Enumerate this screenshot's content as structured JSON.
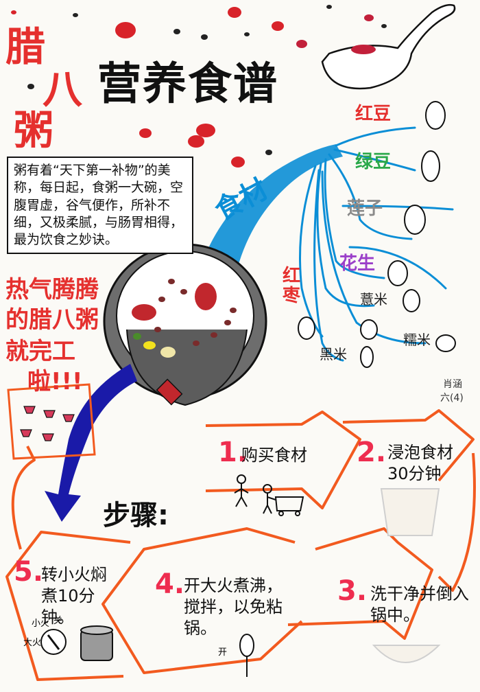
{
  "title": {
    "side_lines": [
      "腊",
      "八",
      "粥"
    ],
    "main": "营养食谱"
  },
  "intro": "粥有着“天下第一补物”的美称，每日起，食粥一大碗，空腹胃虚，谷气便作，所补不细，又极柔腻，与肠胃相得，最为饮食之妙诀。",
  "ingredients": {
    "label": "食材",
    "items": [
      {
        "name": "红豆",
        "color": "#e5302e"
      },
      {
        "name": "绿豆",
        "color": "#2aa84a"
      },
      {
        "name": "莲子",
        "color": "#8a8a8a"
      },
      {
        "name": "花生",
        "color": "#9b3fc9"
      },
      {
        "name": "薏米",
        "color": "#222222"
      },
      {
        "name": "红枣",
        "color": "#e5302e"
      },
      {
        "name": "糯米",
        "color": "#222222"
      },
      {
        "name": "黑米",
        "color": "#222222"
      }
    ]
  },
  "hot_text": [
    "热气腾腾",
    "的腊八粥",
    "就完工",
    "啦!!!"
  ],
  "steps_label": "步骤:",
  "steps": [
    {
      "num": "1.",
      "text": "购买食材"
    },
    {
      "num": "2.",
      "text": "浸泡食材30分钟"
    },
    {
      "num": "3.",
      "text": "洗干净并倒入锅中。"
    },
    {
      "num": "4.",
      "text": "开大火煮沸，搅拌，以免粘锅。"
    },
    {
      "num": "5.",
      "text": "转小火焖煮10分钟。"
    }
  ],
  "stove_labels": {
    "off": "关",
    "big": "大火",
    "small": "小火",
    "on": "开"
  },
  "author": [
    "肖涵",
    "六(4)"
  ],
  "colors": {
    "accent_red": "#e5302e",
    "river_blue": "#0b8ed6",
    "arrow_orange": "#f25a1f",
    "arrow_navy": "#1a1aa8"
  }
}
